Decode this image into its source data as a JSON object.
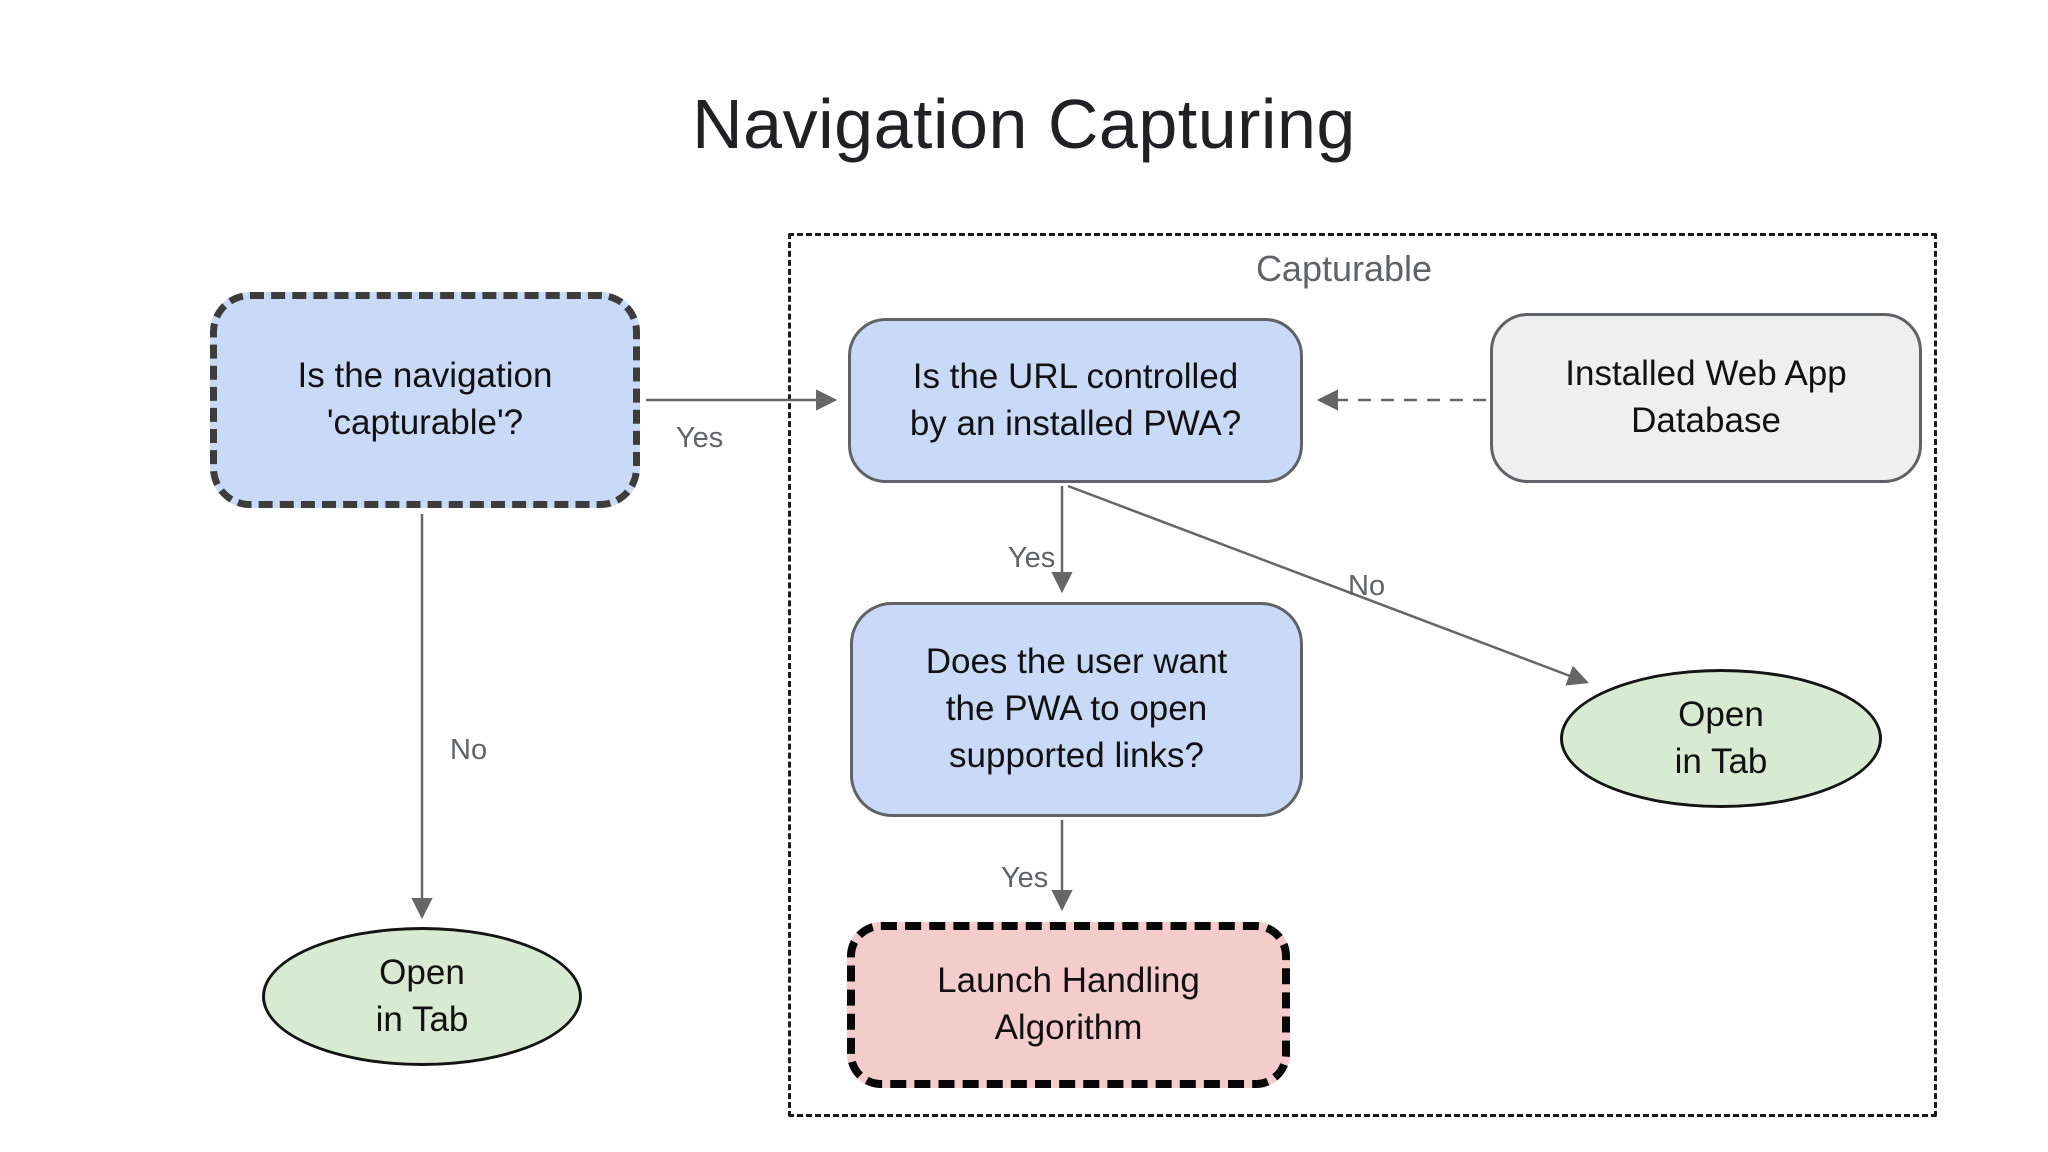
{
  "title": "Navigation Capturing",
  "group": {
    "label": "Capturable"
  },
  "nodes": {
    "capturable_question": {
      "label": "Is the navigation\n'capturable'?",
      "fill": "#c9daf8",
      "shape": "rounded-rect-dashed"
    },
    "url_controlled_question": {
      "label": "Is the URL controlled\nby an installed PWA?",
      "fill": "#c9daf8",
      "shape": "rounded-rect"
    },
    "installed_web_app_db": {
      "label": "Installed Web App\nDatabase",
      "fill": "#efefef",
      "shape": "rounded-rect"
    },
    "user_wants_question": {
      "label": "Does the user want\nthe PWA to open\nsupported links?",
      "fill": "#c9daf8",
      "shape": "rounded-rect"
    },
    "launch_handling": {
      "label": "Launch Handling\nAlgorithm",
      "fill": "#f4cccc",
      "shape": "rounded-rect-dashed"
    },
    "open_in_tab_left": {
      "label": "Open\nin Tab",
      "fill": "#d9ead3",
      "shape": "ellipse"
    },
    "open_in_tab_right": {
      "label": "Open\nin Tab",
      "fill": "#d9ead3",
      "shape": "ellipse"
    }
  },
  "edges": {
    "capturable_yes": {
      "label": "Yes",
      "from": "capturable_question",
      "to": "url_controlled_question",
      "style": "solid"
    },
    "capturable_no": {
      "label": "No",
      "from": "capturable_question",
      "to": "open_in_tab_left",
      "style": "solid"
    },
    "url_yes": {
      "label": "Yes",
      "from": "url_controlled_question",
      "to": "user_wants_question",
      "style": "solid"
    },
    "url_no": {
      "label": "No",
      "from": "url_controlled_question",
      "to": "open_in_tab_right",
      "style": "solid"
    },
    "user_wants_yes": {
      "label": "Yes",
      "from": "user_wants_question",
      "to": "launch_handling",
      "style": "solid"
    },
    "db_lookup": {
      "label": "",
      "from": "installed_web_app_db",
      "to": "url_controlled_question",
      "style": "dashed"
    }
  },
  "colors": {
    "node_blue": "#c9daf8",
    "node_green": "#d9ead3",
    "node_red": "#f4cccc",
    "node_gray": "#efefef",
    "edge_gray": "#666666",
    "label_gray": "#5f6368",
    "dashed_border_dark": "#3d3d3d",
    "dashed_border_black": "#070707",
    "title_color": "#202124"
  }
}
